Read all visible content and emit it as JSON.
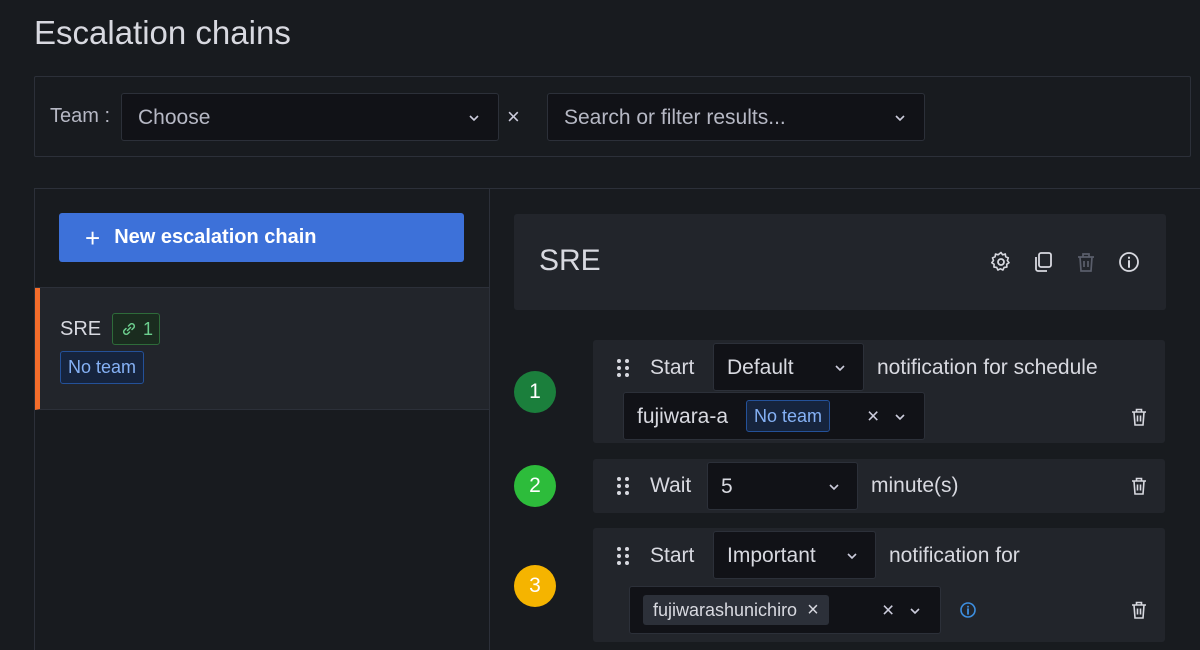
{
  "page": {
    "title": "Escalation chains"
  },
  "filters": {
    "team_label": "Team :",
    "team_value": "Choose",
    "search_placeholder": "Search or filter results..."
  },
  "sidebar": {
    "new_button_label": "New escalation chain",
    "items": [
      {
        "name": "SRE",
        "link_count": "1",
        "team": "No team",
        "accent_color": "#f46d2b"
      }
    ]
  },
  "chain": {
    "title": "SRE",
    "steps": [
      {
        "number": "1",
        "color": "#1b7f3c",
        "label_start": "Start",
        "importance": "Default",
        "suffix": "notification for schedule",
        "schedule": "fujiwara-a",
        "schedule_team": "No team"
      },
      {
        "number": "2",
        "color": "#2dbc3b",
        "label": "Wait",
        "value": "5",
        "unit": "minute(s)"
      },
      {
        "number": "3",
        "color": "#f5b400",
        "label_start": "Start",
        "importance": "Important",
        "suffix": "notification for",
        "user": "fujiwarashunichiro"
      }
    ]
  },
  "colors": {
    "background": "#181b1f",
    "panel": "#22252b",
    "primary_button": "#3d71d9",
    "info_icon": "#3d8fe0"
  }
}
